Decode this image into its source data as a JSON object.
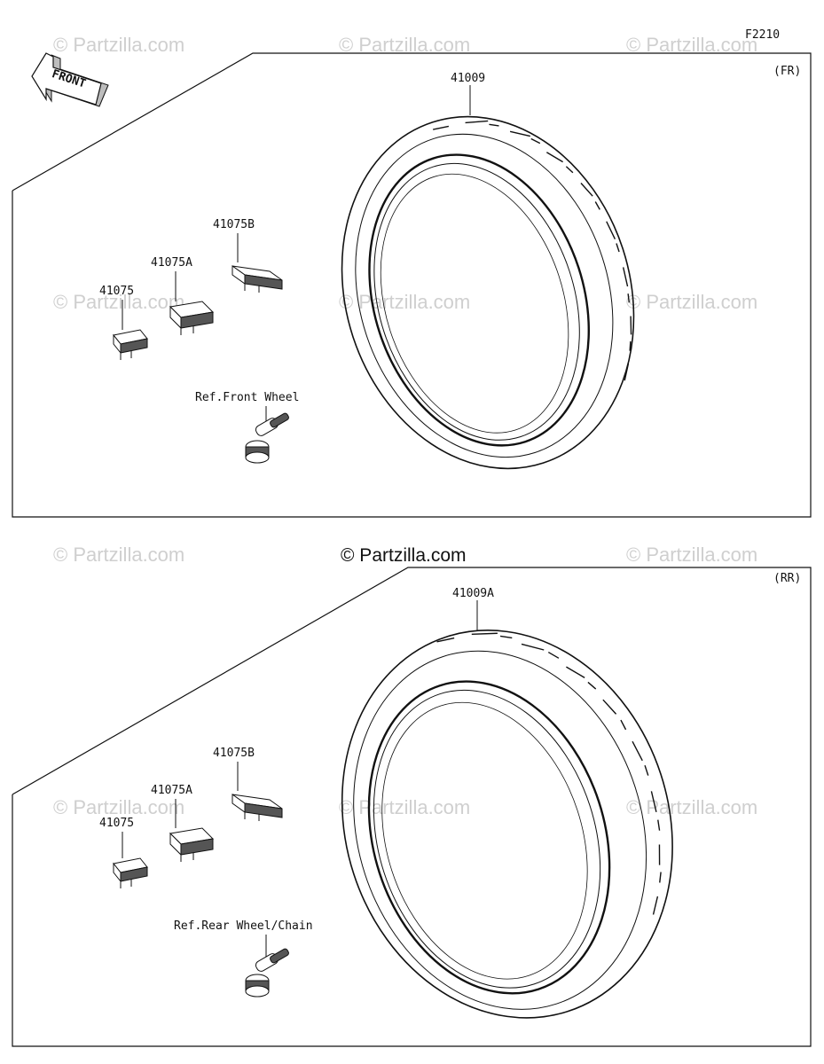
{
  "diagram_code": "F2210",
  "watermark": "© Partzilla.com",
  "front_arrow_label": "FRONT",
  "sections": {
    "front": {
      "tag": "(FR)",
      "tire_label": "41009",
      "weight_labels": [
        "41075",
        "41075A",
        "41075B"
      ],
      "valve_ref": "Ref.Front Wheel"
    },
    "rear": {
      "tag": "(RR)",
      "tire_label": "41009A",
      "weight_labels": [
        "41075",
        "41075A",
        "41075B"
      ],
      "valve_ref": "Ref.Rear Wheel/Chain"
    }
  }
}
